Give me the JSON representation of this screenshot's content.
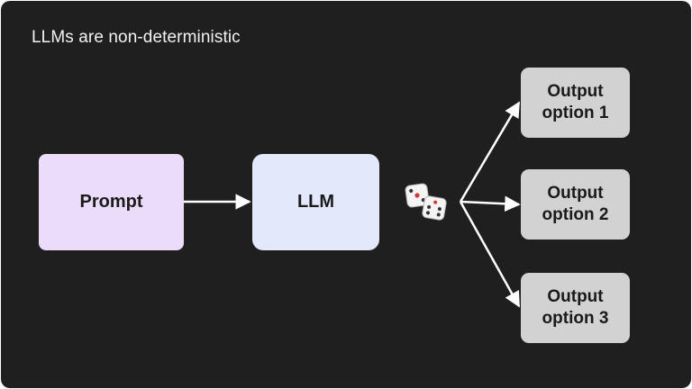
{
  "title": "LLMs are non-deterministic",
  "nodes": {
    "prompt": "Prompt",
    "llm": "LLM",
    "outputs": [
      "Output option 1",
      "Output option 2",
      "Output option 3"
    ]
  },
  "dice_icon": "dice-icon",
  "colors": {
    "background": "#1f1f1f",
    "prompt": "#ebdcfa",
    "llm": "#e3e8fb",
    "output": "#d2d2d2",
    "arrow": "#ffffff"
  }
}
